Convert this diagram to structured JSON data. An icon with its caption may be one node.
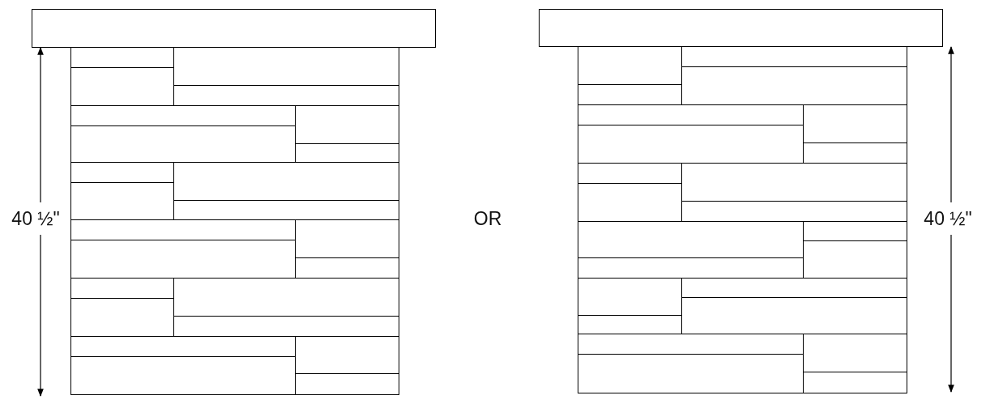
{
  "diagram": {
    "labels": [
      "40 ½\"",
      "OR",
      "40 ½\""
    ]
  }
}
